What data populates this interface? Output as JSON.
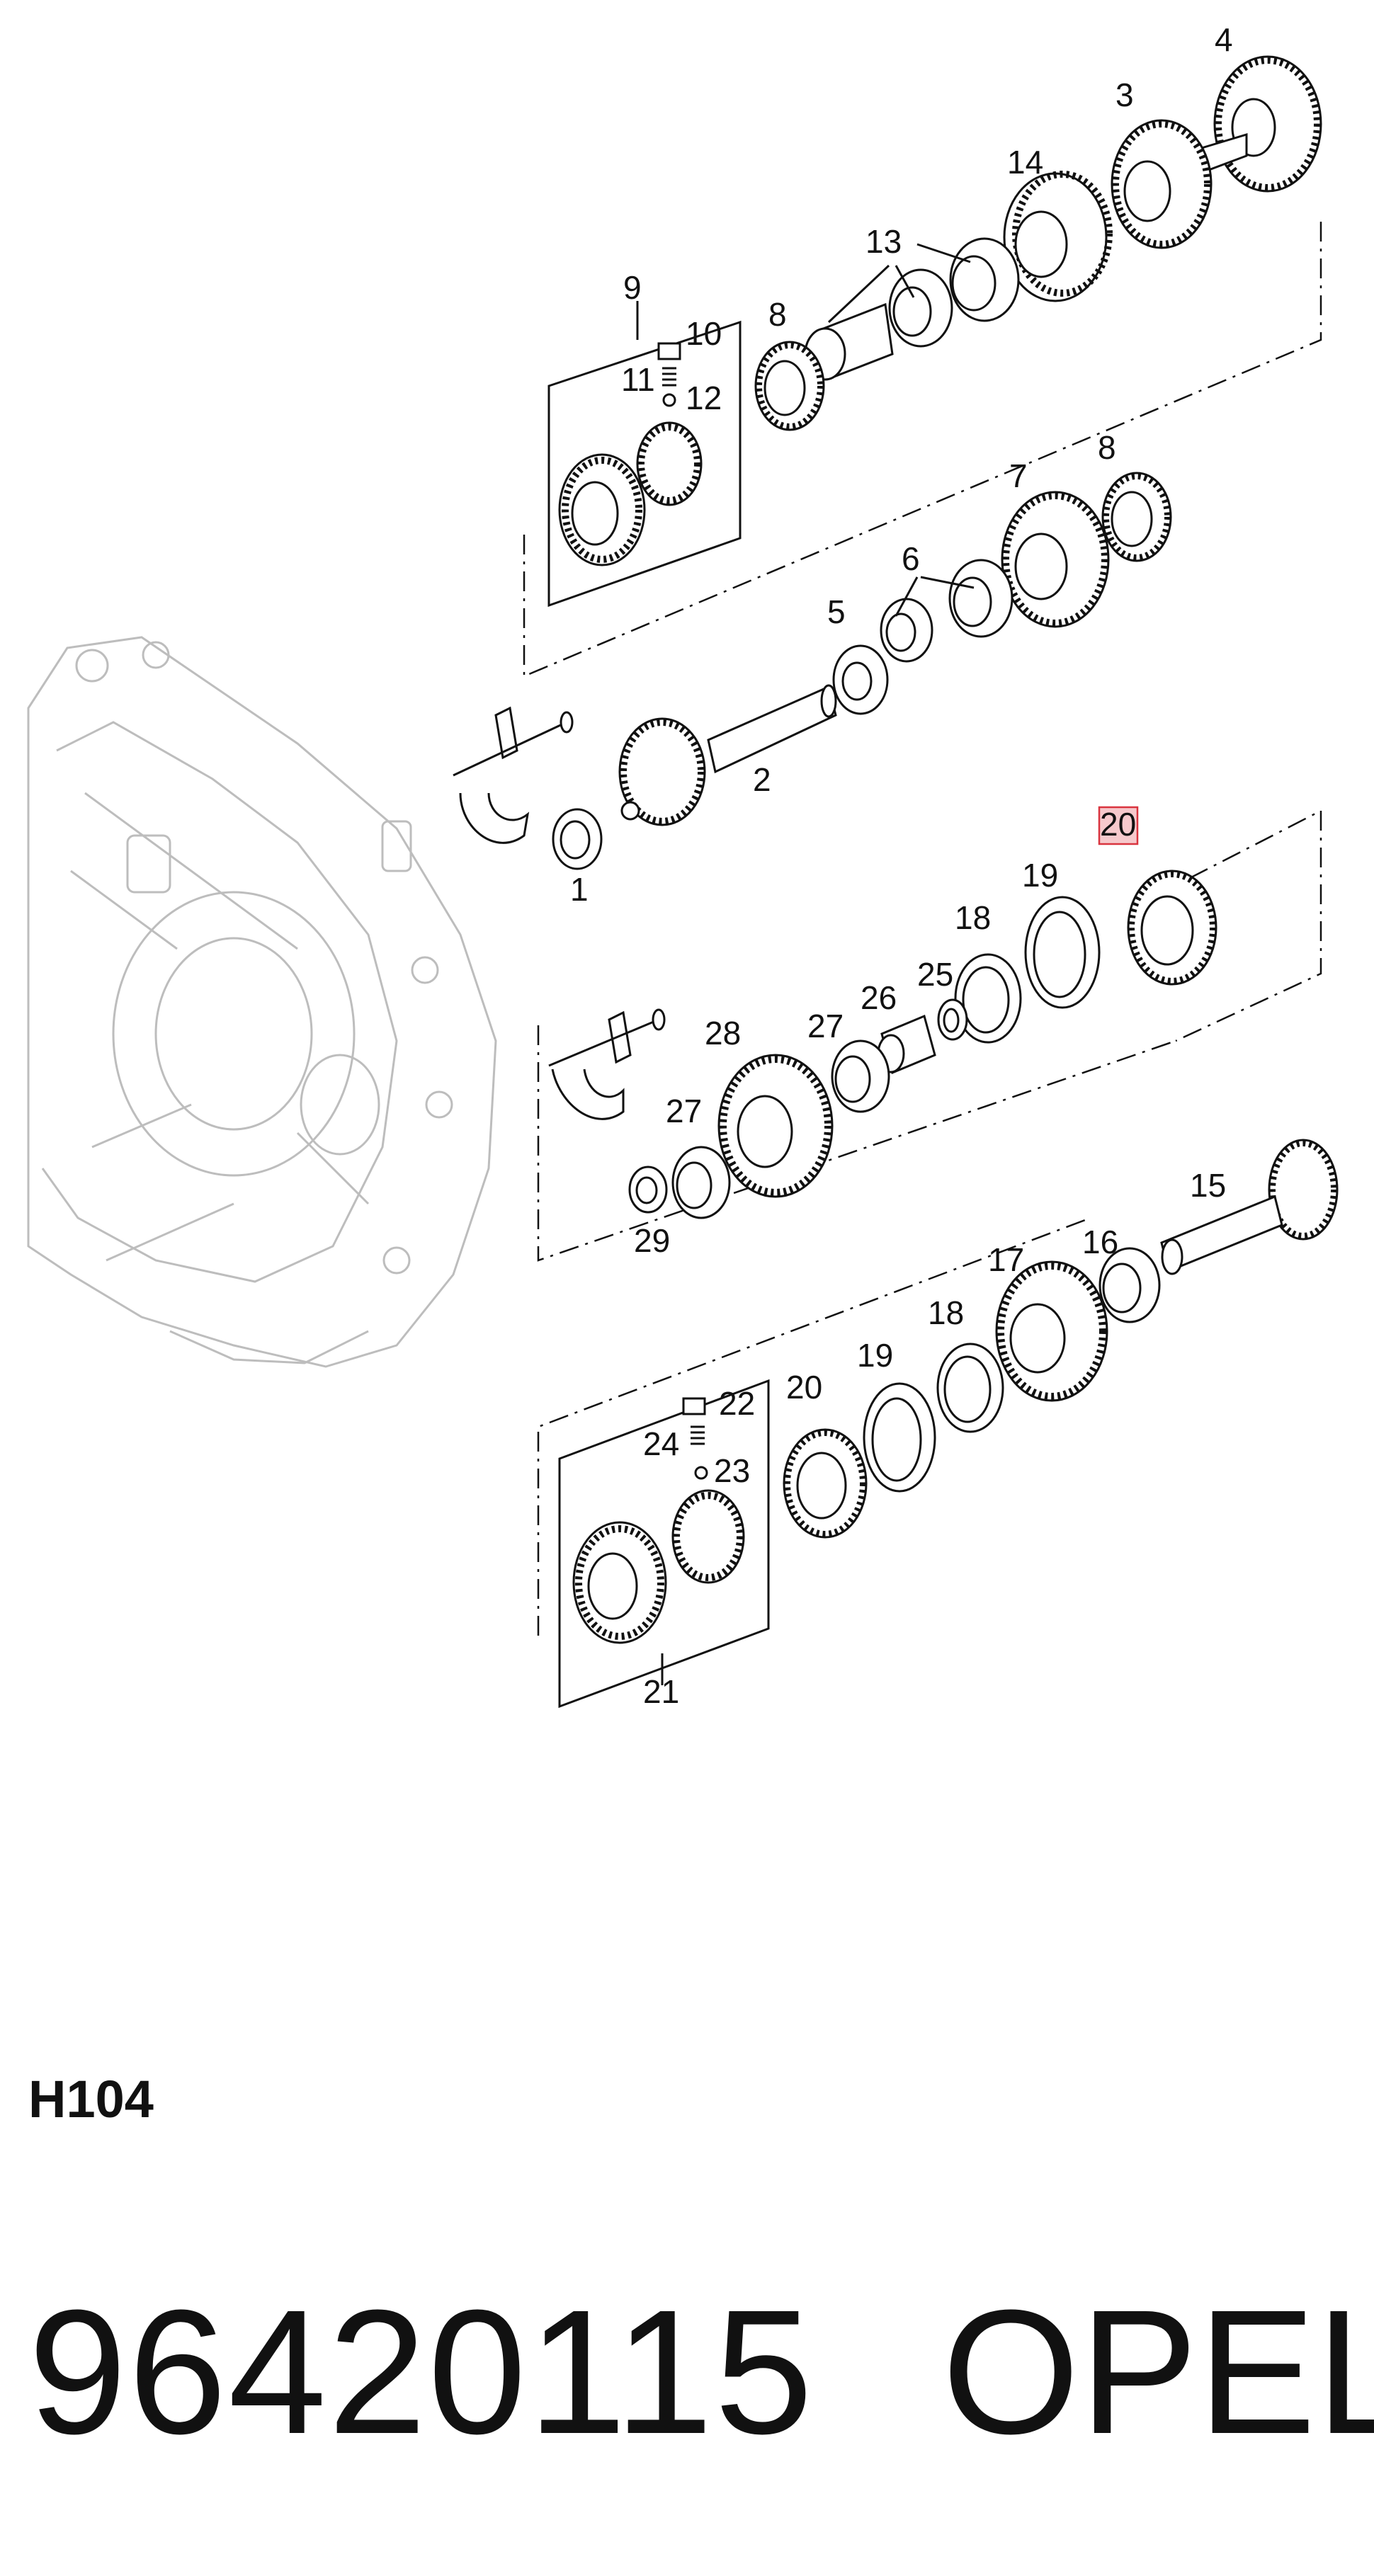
{
  "diagram": {
    "code": "H104",
    "highlighted_callout": "20",
    "callouts": [
      "1",
      "2",
      "3",
      "4",
      "5",
      "6",
      "7",
      "8",
      "8",
      "9",
      "10",
      "11",
      "12",
      "13",
      "14",
      "15",
      "16",
      "17",
      "18",
      "18",
      "19",
      "19",
      "20",
      "20",
      "21",
      "22",
      "23",
      "24",
      "25",
      "26",
      "27",
      "27",
      "28",
      "29"
    ]
  },
  "footer": {
    "part_number": "96420115",
    "brand": "OPEL"
  },
  "colors": {
    "line": "#111111",
    "housing": "#bdbdbd",
    "highlight_fill": "#f6c9cc",
    "highlight_stroke": "#d9343f"
  }
}
